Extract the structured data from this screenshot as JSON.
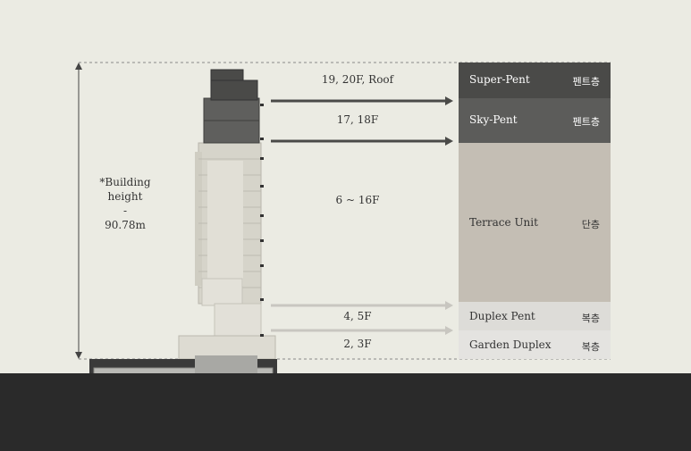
{
  "building_height": {
    "line1": "*Building",
    "line2": "height",
    "line3": "-",
    "line4": "90.78m"
  },
  "floor_labels": [
    "19, 20F, Roof",
    "17, 18F",
    "6 ~ 16F",
    "4, 5F",
    "2, 3F"
  ],
  "bands": [
    {
      "en": "Super-Pent",
      "ko": "펜트층",
      "bg": "#4a4a48",
      "fg": "#ffffff"
    },
    {
      "en": "Sky-Pent",
      "ko": "펜트층",
      "bg": "#5c5c5a",
      "fg": "#ffffff"
    },
    {
      "en": "Terrace Unit",
      "ko": "단층",
      "bg": "#c4beb4",
      "fg": "#333333"
    },
    {
      "en": "Duplex Pent",
      "ko": "복층",
      "bg": "#dddcd8",
      "fg": "#333333"
    },
    {
      "en": "Garden Duplex",
      "ko": "복층",
      "bg": "#e4e3e0",
      "fg": "#333333"
    }
  ],
  "colors": {
    "background": "#ebebe3",
    "ground": "#2a2a2a",
    "arrow_dark": "#4a4a48",
    "arrow_light": "#c8c6c0"
  }
}
